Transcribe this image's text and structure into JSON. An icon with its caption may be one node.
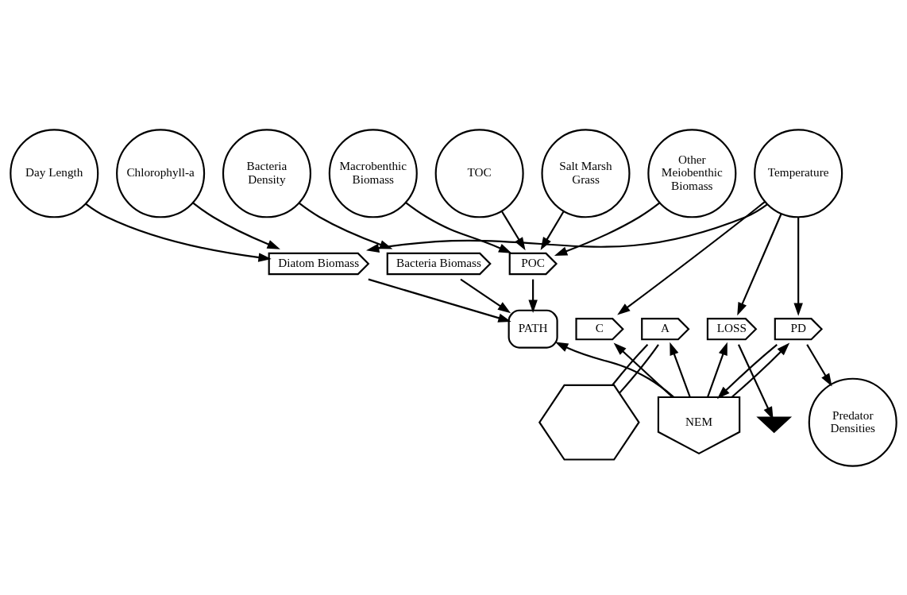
{
  "diagram": {
    "nodes": [
      {
        "text": [
          "Day Length"
        ]
      },
      {
        "text": [
          "Temperature"
        ]
      },
      {
        "text": [
          "Chlorophyll-a"
        ]
      },
      {
        "text": [
          "Bacteria Density"
        ]
      },
      {
        "text": [
          "TOC"
        ]
      },
      {
        "text": [
          "Diatom Biomass"
        ]
      },
      {
        "text": [
          "Bacteria Biomass"
        ]
      },
      {
        "text": [
          "POC"
        ]
      },
      {
        "text": [
          "Salt Marsh Grass"
        ]
      },
      {
        "text": [
          "Other Meiobenthic Biomass"
        ]
      },
      {
        "text": [
          "Macrobenthic Biomass"
        ]
      },
      {
        "text": [
          "PATH"
        ]
      },
      {
        "text": [
          "C"
        ]
      },
      {
        "text": [
          "A"
        ]
      },
      {
        "text": [
          "LOSS"
        ]
      },
      {
        "text": [
          "PD"
        ]
      },
      {
        "text": [
          "NEM"
        ]
      },
      {
        "text": [],
        "shape": "ground"
      },
      {
        "text": [
          "Predator Densities"
        ]
      },
      {
        "text": [],
        "shape": "hexagon"
      }
    ],
    "edges": [
      {
        "from": 0,
        "to": 5,
        "arrow": "to"
      },
      {
        "from": 1,
        "to": 5,
        "arrow": "to"
      },
      {
        "from": 2,
        "to": 5,
        "arrow": "to"
      },
      {
        "from": 3,
        "to": 6,
        "arrow": "to"
      },
      {
        "from": 4,
        "to": 7,
        "arrow": "to"
      },
      {
        "from": 8,
        "to": 7,
        "arrow": "to"
      },
      {
        "from": 9,
        "to": 7,
        "arrow": "to"
      },
      {
        "from": 10,
        "to": 7,
        "arrow": "to"
      },
      {
        "from": 5,
        "to": 11,
        "arrow": "to"
      },
      {
        "from": 6,
        "to": 11,
        "arrow": "to"
      },
      {
        "from": 7,
        "to": 11,
        "arrow": "to"
      },
      {
        "from": 1,
        "to": 12,
        "arrow": "to"
      },
      {
        "from": 1,
        "to": 14,
        "arrow": "to"
      },
      {
        "from": 1,
        "to": 15,
        "arrow": "to"
      },
      {
        "from": 16,
        "to": 11,
        "arrow": "to"
      },
      {
        "from": 16,
        "to": 12,
        "arrow": "to"
      },
      {
        "from": 16,
        "to": 13,
        "arrow": "to"
      },
      {
        "from": 16,
        "to": 14,
        "arrow": "to"
      },
      {
        "from": 16,
        "to": 15,
        "arrow": "to"
      },
      {
        "from": 15,
        "to": 16,
        "arrow": "to"
      },
      {
        "from": 14,
        "to": 17,
        "arrow": "to"
      },
      {
        "from": 15,
        "to": 18,
        "arrow": "to"
      },
      {
        "from": 13,
        "to": 19,
        "arrow": "none"
      },
      {
        "from": 19,
        "to": 13,
        "arrow": "none"
      }
    ]
  }
}
